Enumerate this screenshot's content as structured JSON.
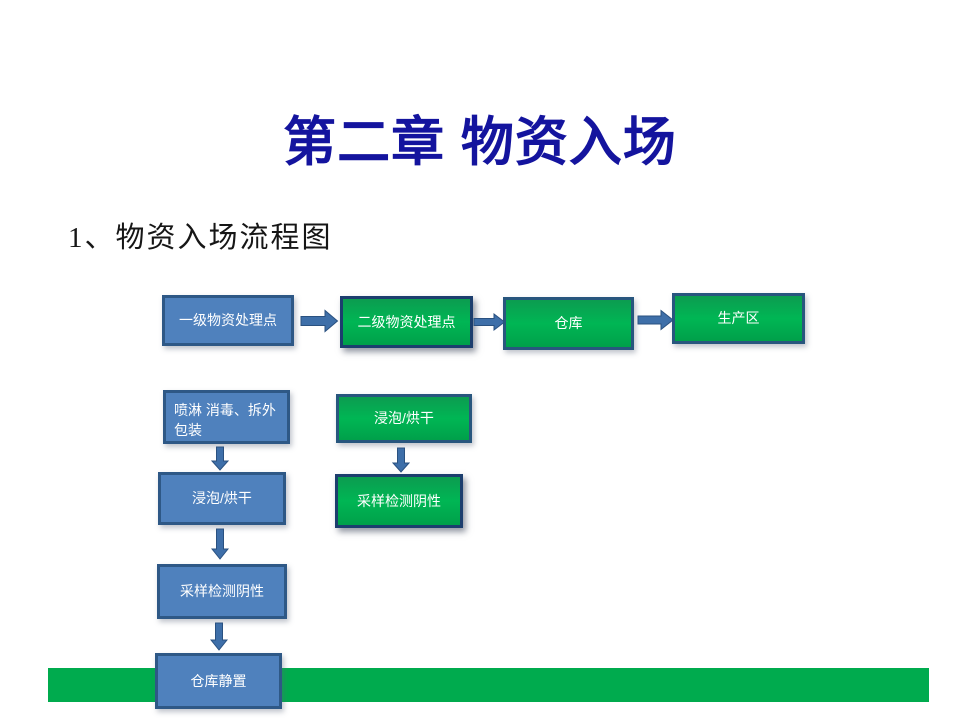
{
  "slide": {
    "title": "第二章 物资入场",
    "subtitle": "1、物资入场流程图"
  },
  "flowchart": {
    "top_row": [
      {
        "label": "一级物资处理点",
        "style": "blue"
      },
      {
        "label": "二级物资处理点",
        "style": "green"
      },
      {
        "label": "仓库",
        "style": "green"
      },
      {
        "label": "生产区",
        "style": "green"
      }
    ],
    "left_column": [
      {
        "label": "喷淋 消毒、拆外包装",
        "style": "blue"
      },
      {
        "label": "浸泡/烘干",
        "style": "blue"
      },
      {
        "label": "采样检测阴性",
        "style": "blue"
      },
      {
        "label": "仓库静置",
        "style": "blue"
      }
    ],
    "middle_column": [
      {
        "label": "浸泡/烘干",
        "style": "green"
      },
      {
        "label": "采样检测阴性",
        "style": "green"
      }
    ]
  },
  "colors": {
    "title_text": "#14149E",
    "blue_fill": "#4F81BD",
    "blue_border": "#2E5886",
    "green_fill": "#00B654",
    "green_border": "#28567E",
    "arrow_fill": "#3E6FA9",
    "arrow_stroke": "#2A5180",
    "bar_fill": "#00AB4E"
  }
}
